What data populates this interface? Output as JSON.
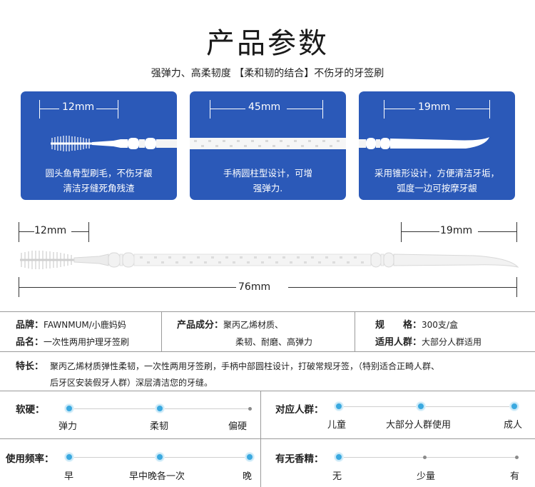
{
  "header": {
    "title": "产品参数",
    "subtitle": "强弹力、高柔韧度 【柔和韧的结合】不伤牙的牙签刷"
  },
  "panels": [
    {
      "dimension": "12mm",
      "text_line1": "圆头鱼骨型刷毛，不伤牙龈",
      "text_line2": "清洁牙缝死角残渣"
    },
    {
      "dimension": "45mm",
      "text_line1": "手柄圆柱型设计，可增",
      "text_line2": "强弹力."
    },
    {
      "dimension": "19mm",
      "text_line1": "采用锥形设计，方便清洁牙垢，",
      "text_line2": "弧度一边可按摩牙龈"
    }
  ],
  "diagram": {
    "left_dim": "12mm",
    "right_dim": "19mm",
    "total_dim": "76mm"
  },
  "specs": {
    "brand_label": "品牌：",
    "brand_value": "FAWNMUM/小鹿妈妈",
    "name_label": "品名：",
    "name_value": "一次性两用护理牙签刷",
    "ingredient_label": "产品成分：",
    "ingredient_value1": "聚丙乙烯材质、",
    "ingredient_value2": "柔韧、耐磨、高弹力",
    "spec_label": "规　　格：",
    "spec_value": "300支/盒",
    "audience_label": "适用人群：",
    "audience_value": "大部分人群适用"
  },
  "features": {
    "label": "特长：",
    "text_line1": "聚丙乙烯材质弹性柔韧，一次性两用牙签刷，手柄中部圆柱设计，打破常规牙签，（特别适合正畸人群、",
    "text_line2": "后牙区安装假牙人群）深层清洁您的牙缝。"
  },
  "scales": [
    {
      "label": "软硬：",
      "options": [
        "弹力",
        "柔韧",
        "偏硬"
      ],
      "active": [
        true,
        true,
        false
      ]
    },
    {
      "label": "对应人群：",
      "options": [
        "儿童",
        "大部分人群使用",
        "成人"
      ],
      "active": [
        true,
        true,
        true
      ]
    },
    {
      "label": "使用频率：",
      "options": [
        "早",
        "早中晚各一次",
        "晚"
      ],
      "active": [
        true,
        true,
        true
      ]
    },
    {
      "label": "有无香精：",
      "options": [
        "无",
        "少量",
        "有"
      ],
      "active": [
        true,
        false,
        false
      ]
    }
  ]
}
